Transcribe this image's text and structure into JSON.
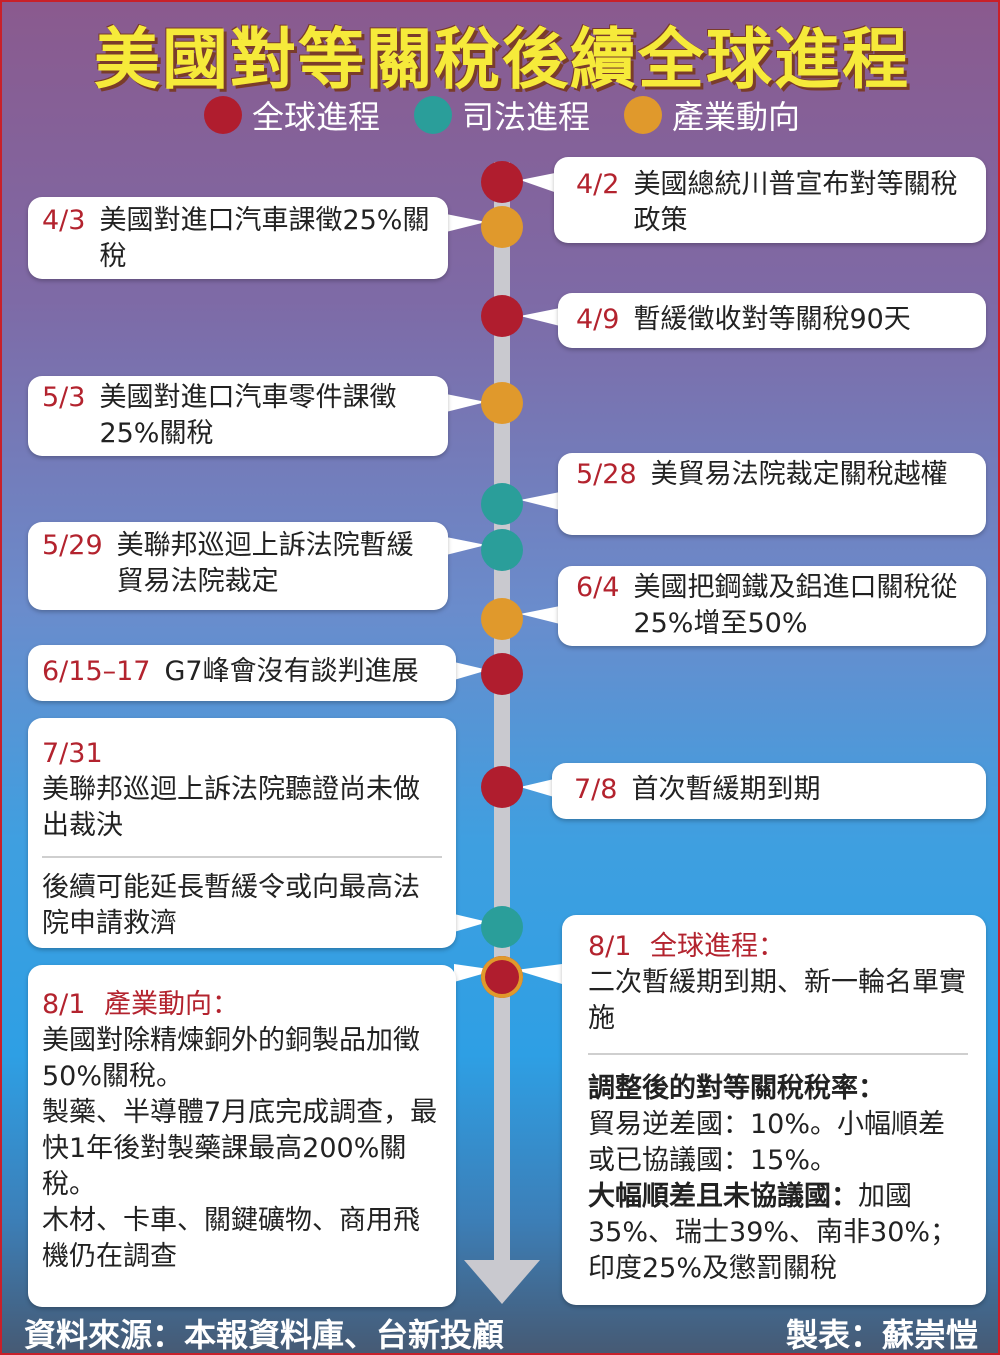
{
  "title": "美國對等關稅後續全球進程",
  "colors": {
    "global": "#b01d2e",
    "judicial": "#2a9e9a",
    "industry": "#e0992c",
    "title": "#f6ea3a",
    "accent_text": "#b3232e"
  },
  "legend": [
    {
      "label": "全球進程",
      "color": "#b01d2e"
    },
    {
      "label": "司法進程",
      "color": "#2a9e9a"
    },
    {
      "label": "產業動向",
      "color": "#e0992c"
    }
  ],
  "events": {
    "e1": {
      "date": "4/2",
      "text": "美國總統川普宣布對等關稅政策"
    },
    "e2": {
      "date": "4/3",
      "text": "美國對進口汽車課徵25%關稅"
    },
    "e3": {
      "date": "4/9",
      "text": "暫緩徵收對等關稅90天"
    },
    "e4": {
      "date": "5/3",
      "text": "美國對進口汽車零件課徵25%關稅"
    },
    "e5": {
      "date": "5/28",
      "text": "美貿易法院裁定關稅越權"
    },
    "e6": {
      "date": "5/29",
      "text": "美聯邦巡迴上訴法院暫緩貿易法院裁定"
    },
    "e7": {
      "date": "6/4",
      "text": "美國把鋼鐵及鋁進口關稅從25%增至50%"
    },
    "e8": {
      "date": "6/15–17",
      "text": "G7峰會沒有談判進展"
    },
    "e9": {
      "date": "7/8",
      "text": "首次暫緩期到期"
    },
    "e10": {
      "date": "7/31",
      "text1": "美聯邦巡迴上訴法院聽證尚未做出裁決",
      "text2": "後續可能延長暫緩令或向最高法院申請救濟"
    },
    "e11": {
      "date": "8/1",
      "heading": "產業動向：",
      "lines": [
        "美國對除精煉銅外的銅製品加徵50%關稅。",
        "製藥、半導體7月底完成調查，最快1年後對製藥課最高200%關稅。",
        "木材、卡車、關鍵礦物、商用飛機仍在調查"
      ]
    },
    "e12": {
      "date": "8/1",
      "heading": "全球進程：",
      "text": "二次暫緩期到期、新一輪名單實施",
      "rates_title": "調整後的對等關稅稅率：",
      "rates1": "貿易逆差國：10%。小幅順差或已協議國：15%。",
      "rates2_bold": "大幅順差且未協議國：",
      "rates2": "加國35%、瑞士39%、南非30%；印度25%及懲罰關稅"
    }
  },
  "footer": {
    "source": "資料來源：本報資料庫、台新投顧",
    "author": "製表：蘇崇愷"
  }
}
